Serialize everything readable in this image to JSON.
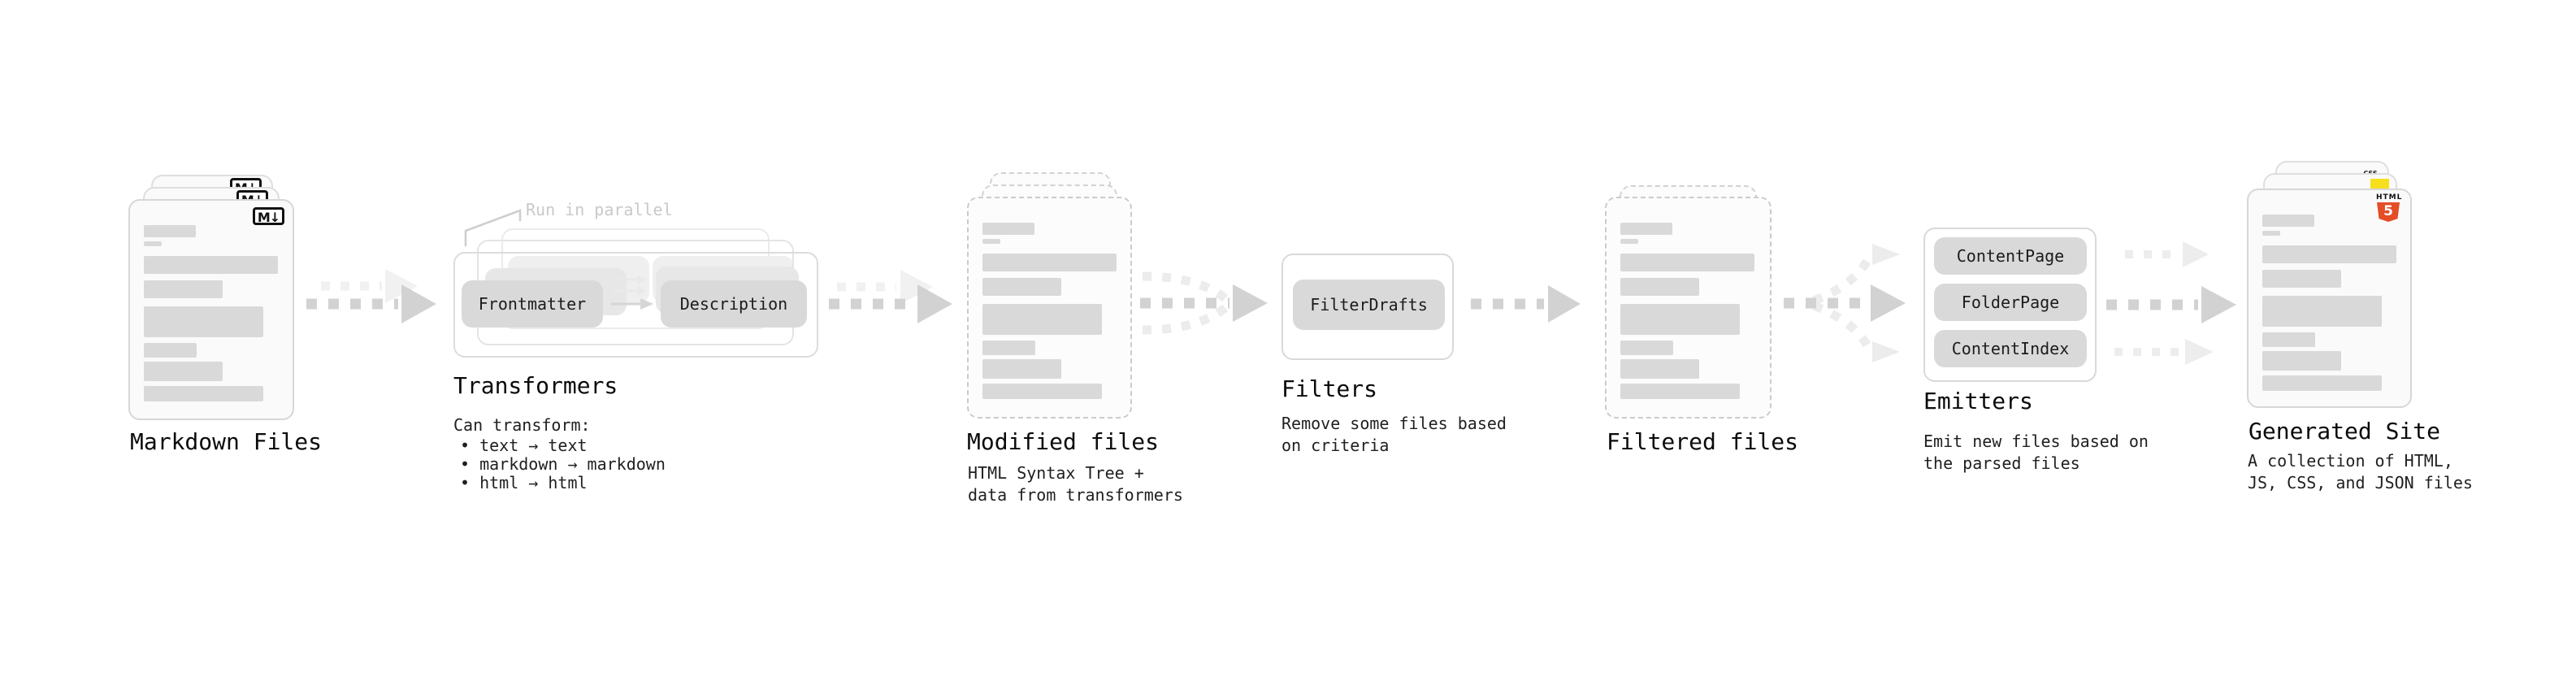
{
  "sections": {
    "markdown_files": {
      "title": "Markdown Files",
      "badge": "M↓"
    },
    "transformers": {
      "title": "Transformers",
      "annotation": "Run in parallel",
      "pill_frontmatter": "Frontmatter",
      "pill_description": "Description",
      "description_heading": "Can transform:",
      "bullet_1": "• text → text",
      "bullet_2": "• markdown → markdown",
      "bullet_3": "• html → html"
    },
    "modified_files": {
      "title": "Modified files",
      "subtitle_line_1": "HTML Syntax Tree +",
      "subtitle_line_2": "data from transformers"
    },
    "filters": {
      "title": "Filters",
      "pill_filterdrafts": "FilterDrafts",
      "subtitle_line_1": "Remove some files based",
      "subtitle_line_2": "on criteria"
    },
    "filtered_files": {
      "title": "Filtered files"
    },
    "emitters": {
      "title": "Emitters",
      "pill_contentpage": "ContentPage",
      "pill_folderpage": "FolderPage",
      "pill_contentindex": "ContentIndex",
      "subtitle_line_1": "Emit new files based on",
      "subtitle_line_2": "the parsed files"
    },
    "generated_site": {
      "title": "Generated Site",
      "subtitle_line_1": "A collection of HTML,",
      "subtitle_line_2": "JS, CSS, and JSON files",
      "badge_css": "CSS",
      "badge_html": "HTML",
      "badge_html5_number": "5"
    }
  },
  "colors": {
    "arrow_dark": "#d2d2d2",
    "arrow_light": "#ededed",
    "pill_gray": "#d9d9d9",
    "html5_orange": "#e44d26",
    "js_yellow": "#f7df1e",
    "css_blue": "#2965f1"
  }
}
